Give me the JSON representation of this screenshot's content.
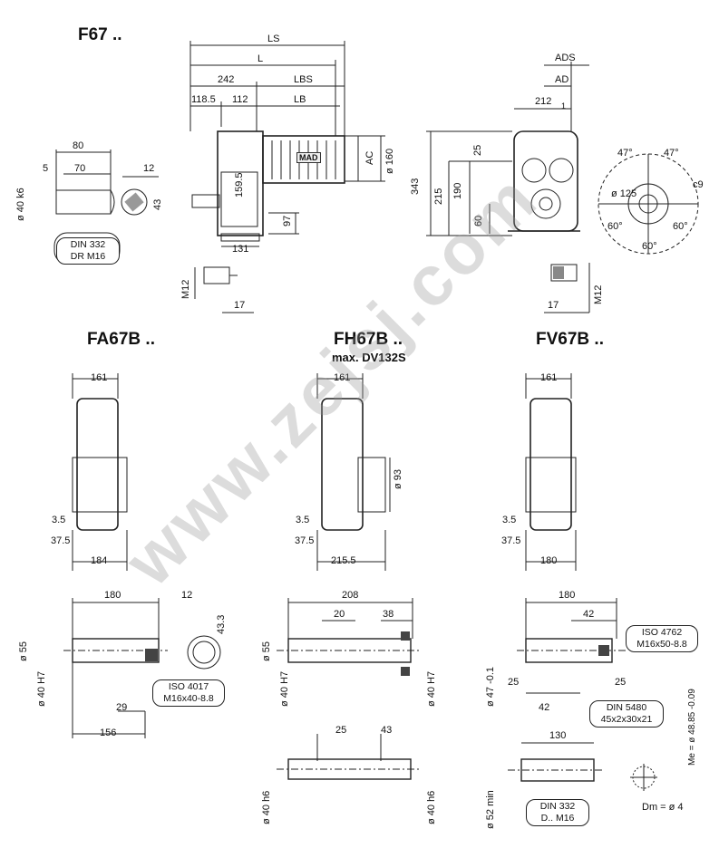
{
  "titles": {
    "f67": "F67 ..",
    "fa67b": "FA67B ..",
    "fh67b": "FH67B ..",
    "fh67b_sub": "max. DV132S",
    "fv67b": "FV67B .."
  },
  "top": {
    "ls": "LS",
    "l": "L",
    "n242": "242",
    "lbs": "LBS",
    "n118_5": "118.5",
    "n112": "112",
    "lb": "LB",
    "ac": "AC",
    "d160": "ø 160",
    "n159_5": "159.5",
    "n97": "97",
    "n131": "131",
    "m12": "M12",
    "n17": "17",
    "motor_label": "MAD",
    "n80": "80",
    "n5": "5",
    "n70": "70",
    "d40k6": "ø 40 k6",
    "n12": "12",
    "n43": "43",
    "din_line1": "DIN 332",
    "din_line2": "DR M16",
    "ads": "ADS",
    "ad": "AD",
    "n212": "212",
    "n1": "1",
    "n343": "343",
    "n215": "215",
    "n190": "190",
    "n25": "25",
    "n60": "60",
    "a47a": "47°",
    "a47b": "47°",
    "d125": "ø 125",
    "a60a": "60°",
    "a60b": "60°",
    "a60c": "60°",
    "c9": "c9",
    "m12b": "M12",
    "n17b": "17"
  },
  "fa67b": {
    "n161": "161",
    "n3_5": "3.5",
    "n37_5": "37.5",
    "n184": "184"
  },
  "fh67b": {
    "n161": "161",
    "d93": "ø 93",
    "n3_5": "3.5",
    "n37_5": "37.5",
    "n215_5": "215.5"
  },
  "fv67b": {
    "n161": "161",
    "n3_5": "3.5",
    "n37_5": "37.5",
    "n180": "180"
  },
  "bottom_fa": {
    "n180": "180",
    "n12": "12",
    "n43_3": "43.3",
    "d55": "ø 55",
    "d40h7": "ø 40 H7",
    "iso_line1": "ISO 4017",
    "iso_line2": "M16x40-8.8",
    "n29": "29",
    "n156": "156"
  },
  "bottom_fh": {
    "n208": "208",
    "n20": "20",
    "n38": "38",
    "d55": "ø 55",
    "d40h7a": "ø 40 H7",
    "d40h7b": "ø 40 H7",
    "n25": "25",
    "n43": "43",
    "d40h6a": "ø 40 h6",
    "d40h6b": "ø 40 h6"
  },
  "bottom_fv": {
    "n180": "180",
    "n42a": "42",
    "iso_line1": "ISO 4762",
    "iso_line2": "M16x50-8.8",
    "d47": "ø 47 -0.1",
    "n25a": "25",
    "n25b": "25",
    "n42b": "42",
    "din5480_line1": "DIN 5480",
    "din5480_line2": "45x2x30x21",
    "n130": "130",
    "me": "Me = ø 48.85 -0.09",
    "d52": "ø 52 min",
    "din332_line1": "DIN 332",
    "din332_line2": "D.. M16",
    "dm": "Dm = ø 4"
  },
  "watermark": "www.zejsj.com"
}
